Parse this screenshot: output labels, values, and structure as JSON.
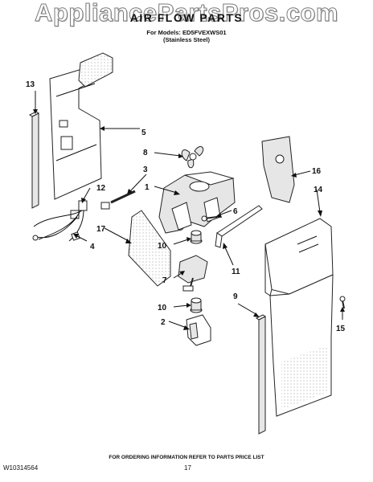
{
  "watermark": "AppliancePartsPros.com",
  "header": {
    "title": "AIR FLOW PARTS",
    "models": "For Models: ED5FVEXWS01",
    "finish": "(Stainless Steel)"
  },
  "callouts": {
    "c1": "1",
    "c2": "2",
    "c3": "3",
    "c4": "4",
    "c5": "5",
    "c6": "6",
    "c7": "7",
    "c8": "8",
    "c9": "9",
    "c10a": "10",
    "c10b": "10",
    "c11": "11",
    "c12": "12",
    "c13": "13",
    "c14": "14",
    "c15": "15",
    "c16": "16",
    "c17": "17"
  },
  "footer": {
    "ordering_note": "FOR ORDERING INFORMATION REFER TO PARTS PRICE LIST",
    "doc_number": "W10314564",
    "page_number": "17"
  }
}
